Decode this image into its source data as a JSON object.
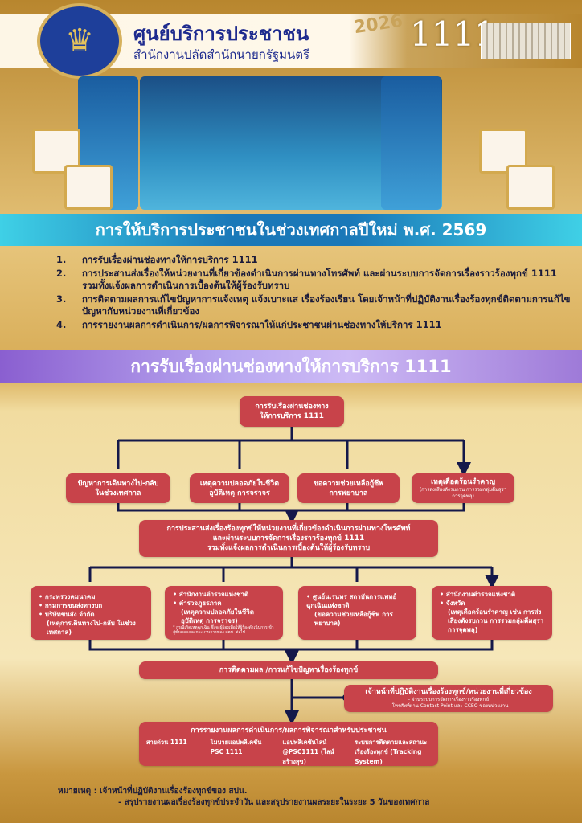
{
  "header": {
    "title": "ศูนย์บริการประชาชน",
    "subtitle": "สำนักงานปลัดสำนักนายกรัฐมนตรี",
    "year": "2026",
    "hotline": "1111"
  },
  "banner1": "การให้บริการประชาชนในช่วงเทศกาลปีใหม่ พ.ศ. 2569",
  "services": [
    {
      "n": "1.",
      "text": "การรับเรื่องผ่านช่องทางให้การบริการ 1111"
    },
    {
      "n": "2.",
      "text": "การประสานส่งเรื่องให้หน่วยงานที่เกี่ยวข้องดำเนินการผ่านทางโทรศัพท์ และผ่านระบบการจัดการเรื่องราวร้องทุกข์ 1111 รวมทั้งแจ้งผลการดำเนินการเบื้องต้นให้ผู้ร้องรับทราบ"
    },
    {
      "n": "3.",
      "text": "การติดตามผลการแก้ไขปัญหาการแจ้งเหตุ แจ้งเบาะแส เรื่องร้องเรียน โดยเจ้าหน้าที่ปฏิบัติงานเรื่องร้องทุกข์ติดตามการแก้ไขปัญหากับหน่วยงานที่เกี่ยวข้อง"
    },
    {
      "n": "4.",
      "text": "การรายงานผลการดำเนินการ/ผลการพิจารณาให้แก่ประชาชนผ่านช่องทางให้บริการ 1111"
    }
  ],
  "banner2": "การรับเรื่องผ่านช่องทางให้การบริการ 1111",
  "flow": {
    "top": [
      "การรับเรื่องผ่านช่องทาง",
      "ให้การบริการ 1111"
    ],
    "cats": [
      {
        "l1": "ปัญหาการเดินทางไป-กลับ",
        "l2": "ในช่วงเทศกาล",
        "sub": ""
      },
      {
        "l1": "เหตุความปลอดภัยในชีวิต",
        "l2": "อุบัติเหตุ การจราจร",
        "sub": ""
      },
      {
        "l1": "ขอความช่วยเหลือกู้ชีพ",
        "l2": "การพยาบาล",
        "sub": ""
      },
      {
        "l1": "เหตุเดือดร้อนรำคาญ",
        "l2": "",
        "sub": "(การส่งเสียงดังรบกวน การรวมกลุ่มดื่มสุรา การจุดพลุ)"
      }
    ],
    "coord": [
      "การประสานส่งเรื่องร้องทุกข์ให้หน่วยงานที่เกี่ยวข้องดำเนินการผ่านทางโทรศัพท์",
      "และผ่านระบบการจัดการเรื่องราวร้องทุกข์ 1111",
      "รวมทั้งแจ้งผลการดำเนินการเบื้องต้นให้ผู้ร้องรับทราบ"
    ],
    "agencies": [
      {
        "items": [
          "กระทรวงคมนาคม",
          "กรมการขนส่งทางบก",
          "บริษัทขนส่ง จำกัด"
        ],
        "detail": "(เหตุการเดินทางไป-กลับ ในช่วงเทศกาล)",
        "note": ""
      },
      {
        "items": [
          "สำนักงานตำรวจแห่งชาติ",
          "ตำรวจภูธรภาค"
        ],
        "detail": "(เหตุความปลอดภัยในชีวิต อุบัติเหตุ การจราจร)",
        "note": "* กรณีเกิดเหตุฉุกเฉิน ซึ่งจะผู้ร้องเพื่อให้ผู้ร้องดำเนินการเข้าสู่ขั้นตอนและกระบวนการของ สตช. ต่อไป"
      },
      {
        "items": [
          "ศูนย์นเรนทร สถาบันการแพทย์ฉุกเฉินแห่งชาติ"
        ],
        "detail": "(ขอความช่วยเหลือกู้ชีพ การพยาบาล)",
        "note": ""
      },
      {
        "items": [
          "สำนักงานตำรวจแห่งชาติ",
          "จังหวัด"
        ],
        "detail": "(เหตุเดือดร้อนรำคาญ เช่น การส่งเสียงดังรบกวน การรวมกลุ่มดื่มสุรา การจุดพลุ)",
        "note": ""
      }
    ],
    "follow": "การติดตามผล /การแก้ไขปัญหาเรื่องร้องทุกข์",
    "officer": {
      "title": "เจ้าหน้าที่ปฏิบัติงานเรื่องร้องทุกข์/หน่วยงานที่เกี่ยวข้อง",
      "l1": "- ผ่านระบบการจัดการเรื่องราวร้องทุกข์",
      "l2": "- โทรศัพท์ผ่าน Contact Point และ CCEO ของหน่วยงาน"
    },
    "report": {
      "title": "การรายงานผลการดำเนินการ/ผลการพิจารณาสำหรับประชาชน",
      "items": [
        "สายด่วน 1111",
        "โมบายแอปพลิเคชัน PSC 1111",
        "แอปพลิเคชันไลน์ @PSC1111 (ไลน์สร้างสุข)",
        "ระบบการติดตามและสถานะเรื่องร้องทุกข์ (Tracking System)"
      ]
    }
  },
  "note": {
    "l1": "หมายเหตุ : เจ้าหน้าที่ปฏิบัติงานเรื่องร้องทุกข์ของ สปน.",
    "l2": "- สรุปรายงานผลเรื่องร้องทุกข์ประจำวัน และสรุปรายงานผลระยะในระยะ 5 วันของเทศกาล"
  }
}
